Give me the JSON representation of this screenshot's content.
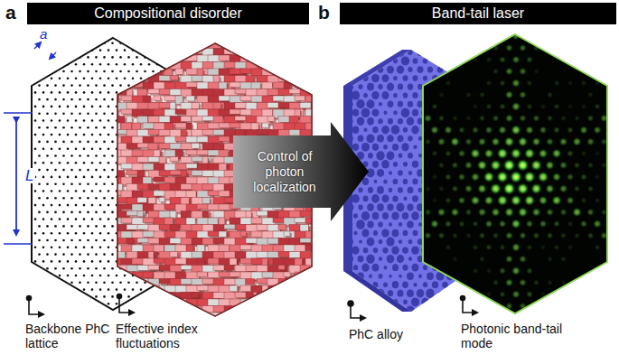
{
  "diagram": {
    "nodes": [
      {
        "text": [
          "Compositional disorder"
        ]
      },
      {
        "text": [
          "Band-tail laser"
        ]
      },
      {
        "text": [
          "Control of photon localization"
        ]
      }
    ],
    "labels": [
      "a",
      "b",
      "a",
      "L",
      "Backbone PhC lattice",
      "Effective index fluctuations",
      "PhC alloy",
      "Photonic band-tail mode"
    ]
  }
}
